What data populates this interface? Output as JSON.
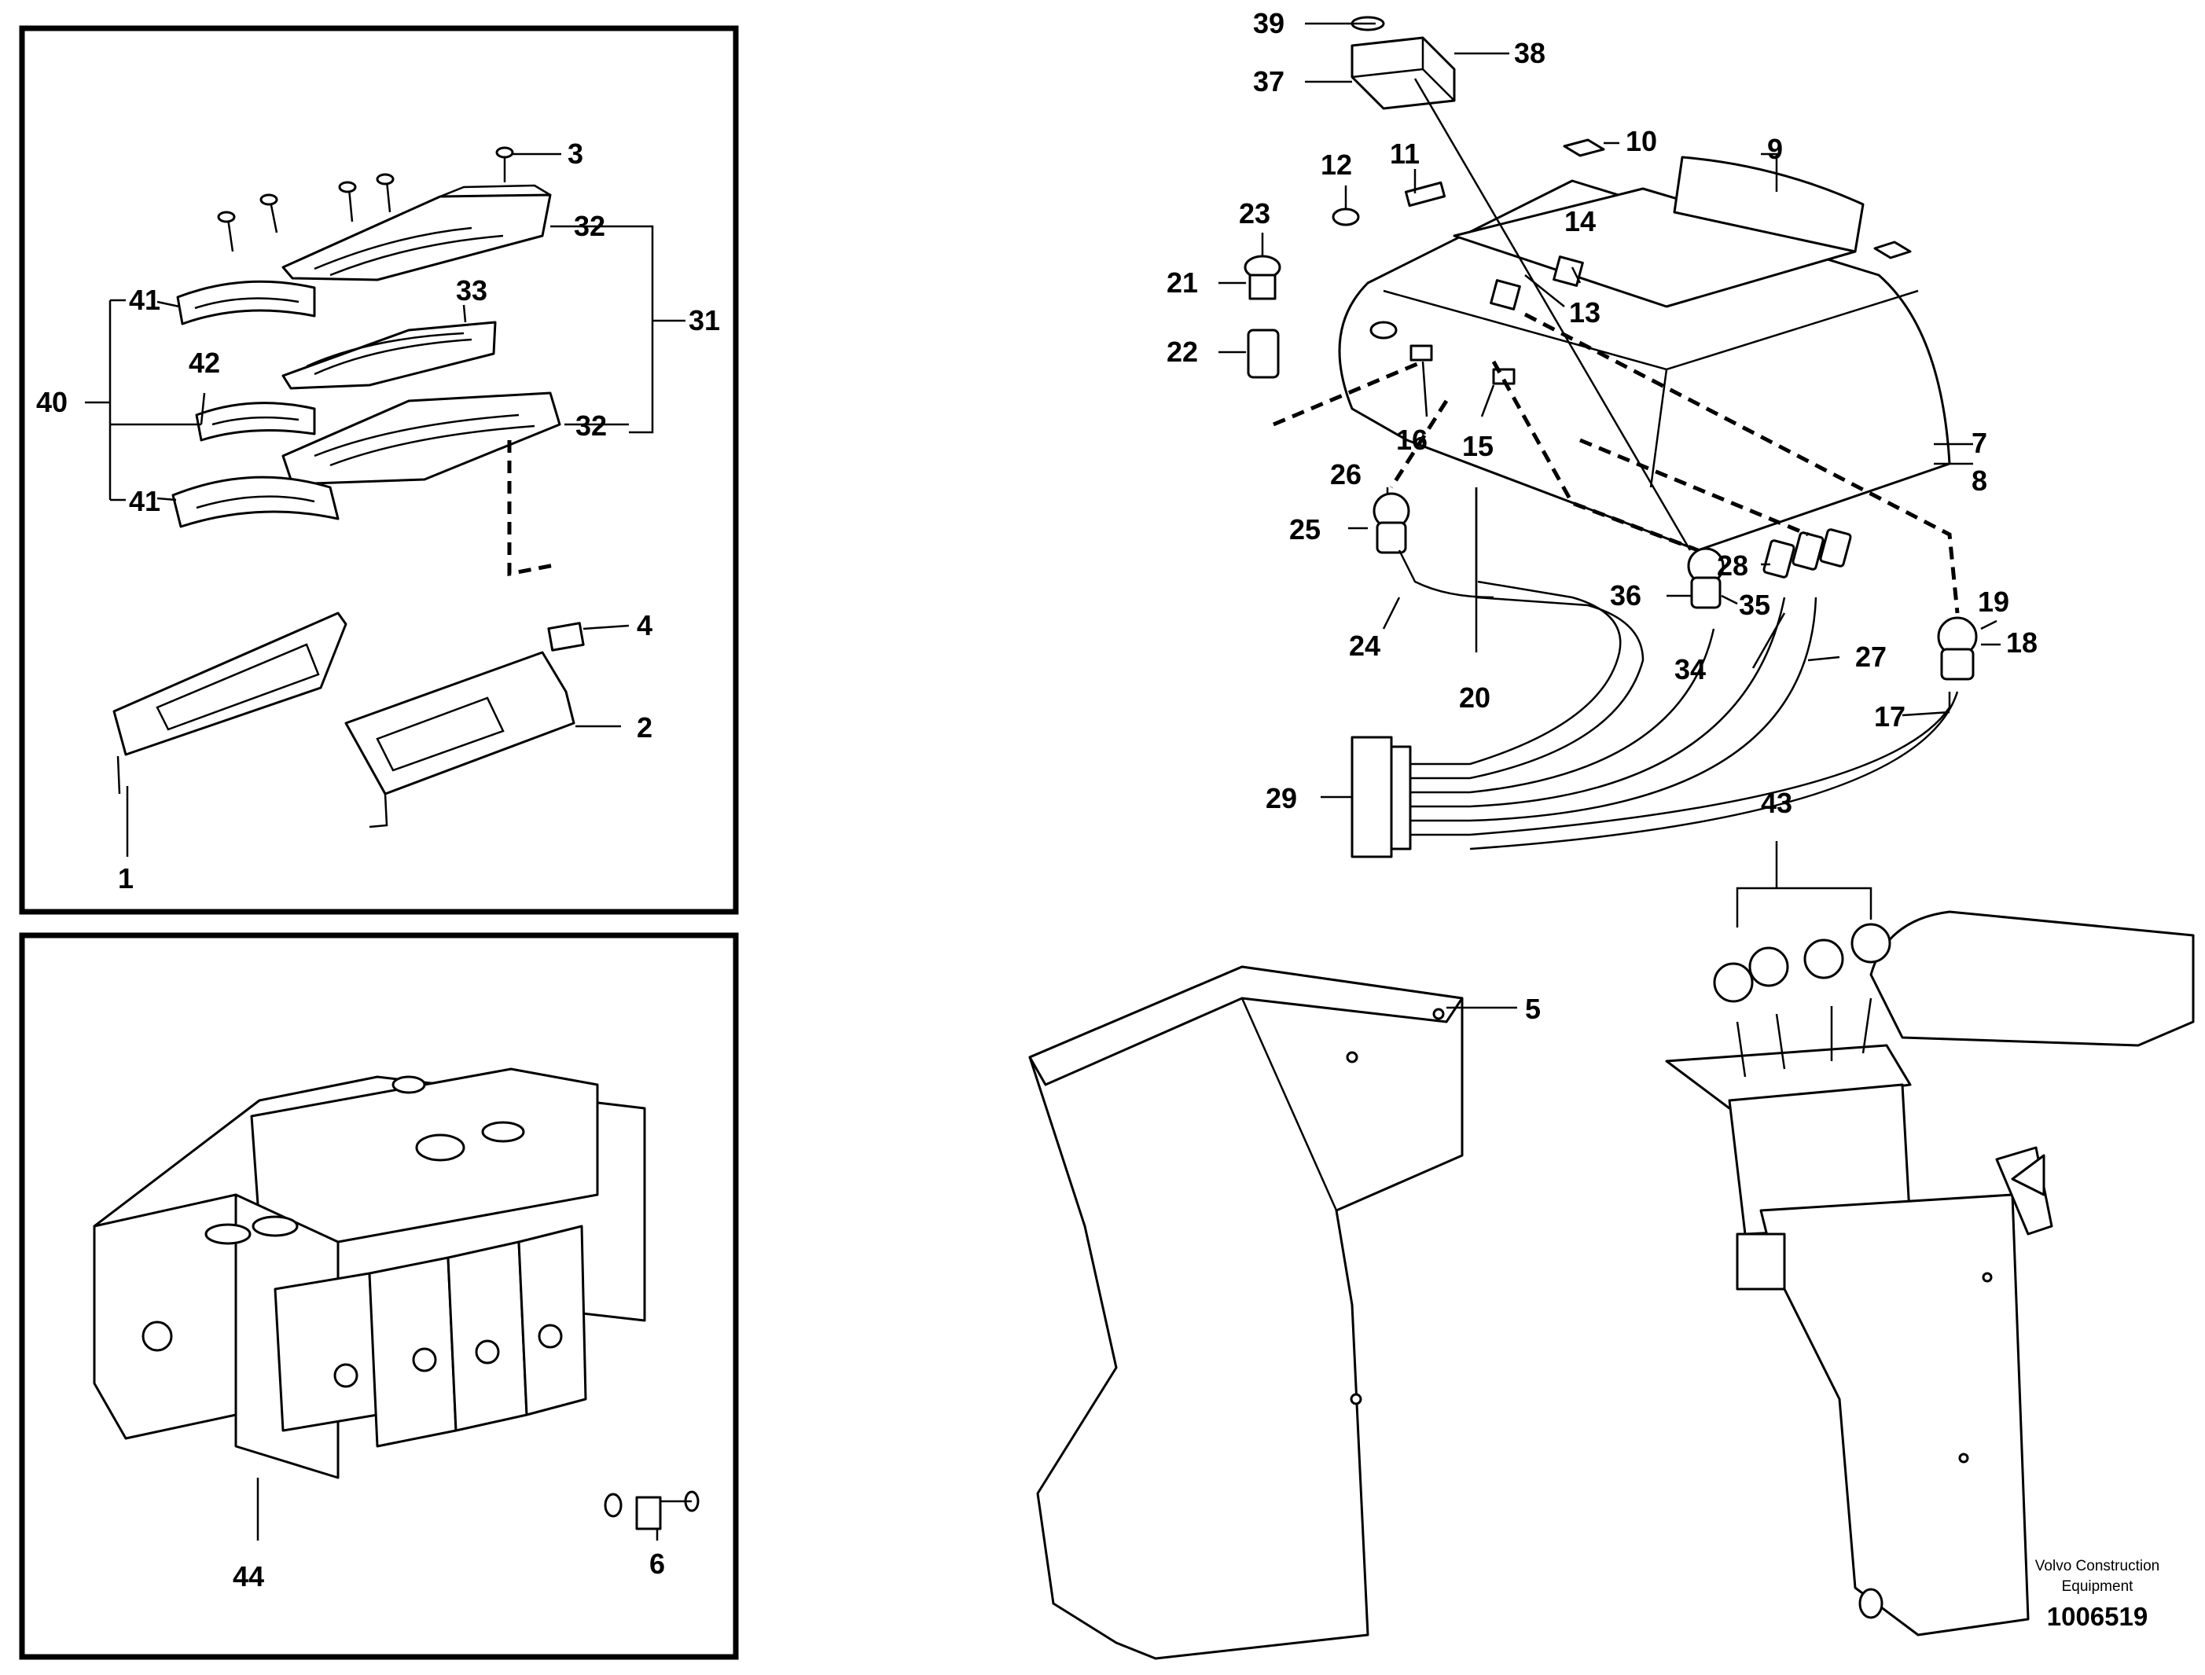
{
  "labels": {
    "l1": "1",
    "l2": "2",
    "l3": "3",
    "l4": "4",
    "l5": "5",
    "l6": "6",
    "l7": "7",
    "l8": "8",
    "l9": "9",
    "l10": "10",
    "l11": "11",
    "l12": "12",
    "l13": "13",
    "l14": "14",
    "l15": "15",
    "l16": "16",
    "l17": "17",
    "l18": "18",
    "l19": "19",
    "l20": "20",
    "l21": "21",
    "l22": "22",
    "l23": "23",
    "l24": "24",
    "l25": "25",
    "l26": "26",
    "l27": "27",
    "l28": "28",
    "l29": "29",
    "l31": "31",
    "l32a": "32",
    "l32b": "32",
    "l33": "33",
    "l34": "34",
    "l35": "35",
    "l36": "36",
    "l37": "37",
    "l38": "38",
    "l39": "39",
    "l40": "40",
    "l41a": "41",
    "l41b": "41",
    "l42": "42",
    "l43": "43",
    "l44": "44"
  },
  "caption": {
    "line1": "Volvo Construction",
    "line2": "Equipment",
    "doc_number": "1006519"
  }
}
